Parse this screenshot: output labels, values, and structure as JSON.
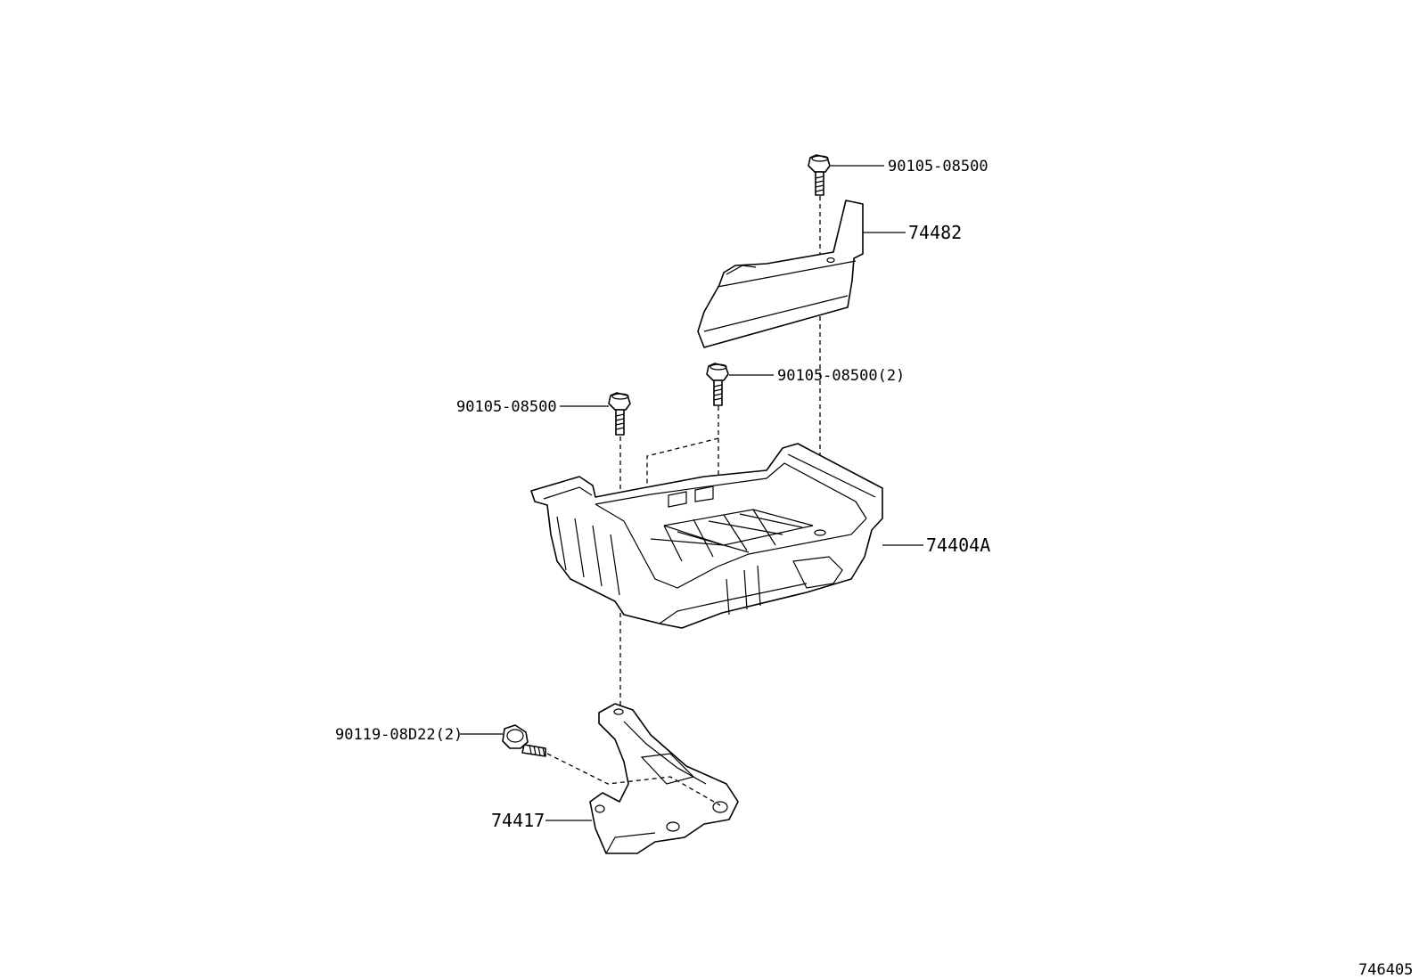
{
  "labels": {
    "bolt_top": "90105-08500",
    "battery_clamp": "74482",
    "bolt_middle": "90105-08500(2)",
    "bolt_left": "90105-08500",
    "battery_tray": "74404A",
    "bolt_bracket": "90119-08D22(2)",
    "tray_bracket": "74417"
  },
  "diagram_id": "746405"
}
